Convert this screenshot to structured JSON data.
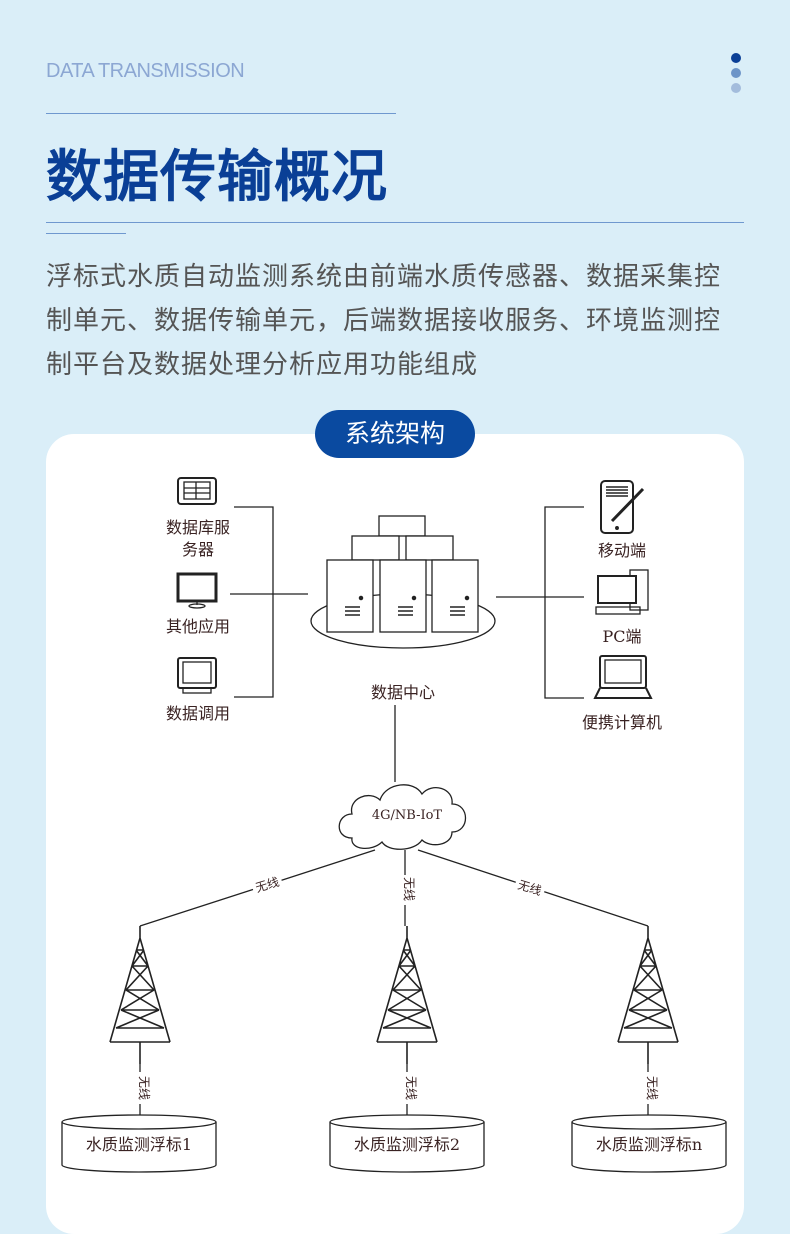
{
  "header": {
    "subtitle": "DATA TRANSMISSION",
    "title": "数据传输概况",
    "description": "浮标式水质自动监测系统由前端水质传感器、数据采集控制单元、数据传输单元，后端数据接收服务、环境监测控制平台及数据处理分析应用功能组成"
  },
  "colors": {
    "background": "#daeef8",
    "accent": "#0a4aa0",
    "title": "#0a3f96"
  },
  "section": {
    "badge": "系统架构"
  },
  "diagram": {
    "left_nodes": [
      {
        "label_line1": "数据库服",
        "label_line2": "务器",
        "icon": "tablet-icon"
      },
      {
        "label": "其他应用",
        "icon": "monitor-icon"
      },
      {
        "label": "数据调用",
        "icon": "crt-monitor-icon"
      }
    ],
    "center": {
      "label": "数据中心",
      "icon": "server-cluster-icon"
    },
    "right_nodes": [
      {
        "label": "移动端",
        "icon": "pda-icon"
      },
      {
        "label": "PC端",
        "icon": "desktop-pc-icon"
      },
      {
        "label": "便携计算机",
        "icon": "laptop-icon"
      }
    ],
    "network": {
      "label": "4G/NB-IoT"
    },
    "wireless_label": "无线",
    "buoys": [
      {
        "label": "水质监测浮标1"
      },
      {
        "label": "水质监测浮标2"
      },
      {
        "label": "水质监测浮标n"
      }
    ]
  }
}
